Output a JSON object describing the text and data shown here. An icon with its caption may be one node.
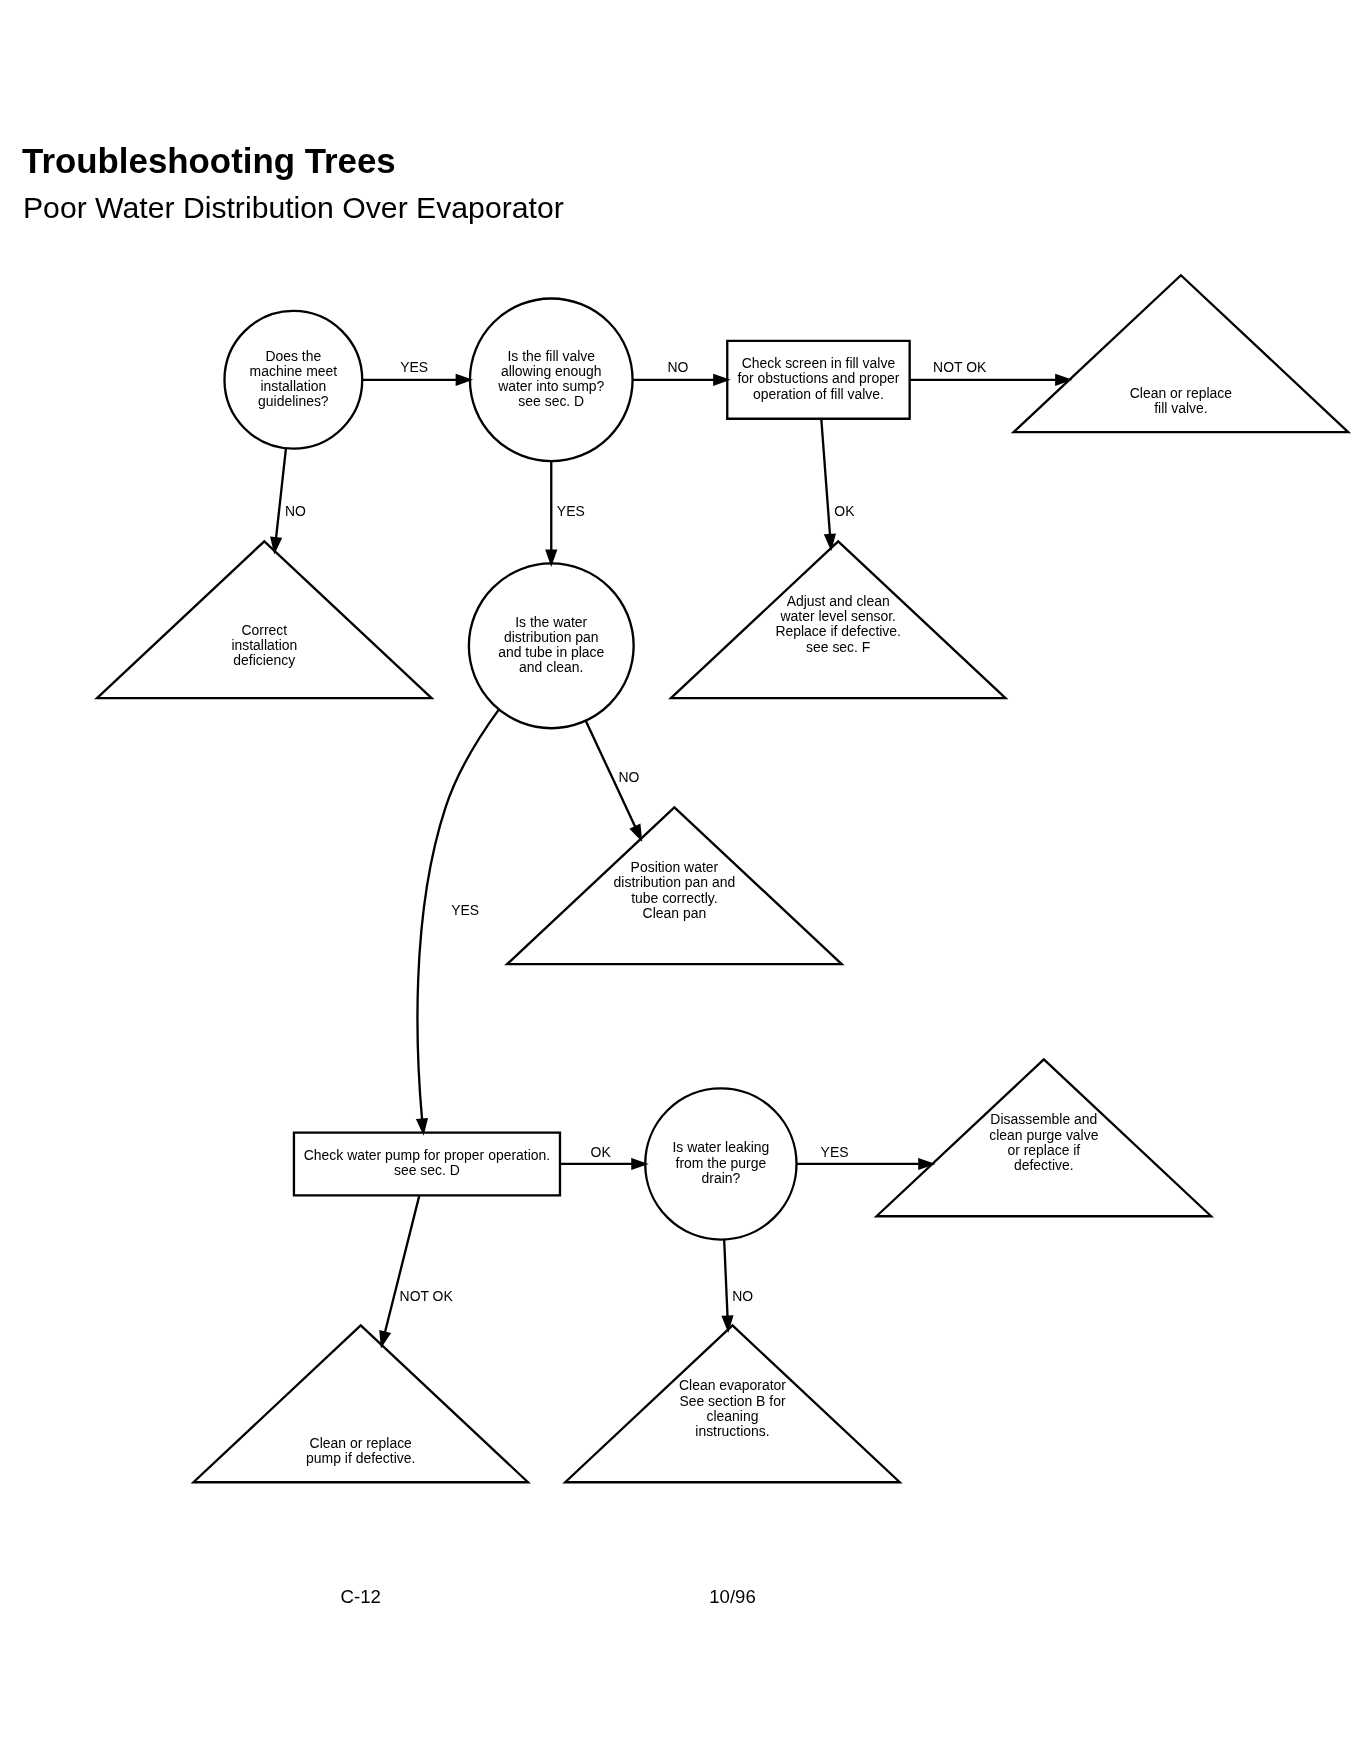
{
  "diagram": {
    "title": "Troubleshooting Trees",
    "nodes": [
      {
        "text": [
          "Does the machine meet installation guidelines?"
        ]
      },
      {
        "text": [
          "Is the fill valve allowing enough water into sump? see sec. D"
        ]
      },
      {
        "text": [
          "Check screen in fill valve for obstuctions and proper operation of fill valve."
        ]
      },
      {
        "text": [
          "Clean or replace fill valve."
        ]
      },
      {
        "text": [
          "Correct installation deficiency"
        ]
      },
      {
        "text": [
          "Is the water distribution pan and tube in place and clean."
        ]
      },
      {
        "text": [
          "Adjust and clean water level sensor. Replace if defective. see sec. F"
        ]
      },
      {
        "text": [
          "Position water distribution pan and tube correctly. Clean pan"
        ]
      },
      {
        "text": [
          "Check water pump for proper operation. see sec. D"
        ]
      },
      {
        "text": [
          "Is water leaking from the purge drain?"
        ]
      },
      {
        "text": [
          "Disassemble and clean purge valve or replace if defective."
        ]
      },
      {
        "text": [
          "Clean or replace pump if defective."
        ]
      },
      {
        "text": [
          "Clean evaporator See section B for cleaning instructions."
        ]
      }
    ],
    "edges": [
      {
        "from": 0,
        "to": 1,
        "arrow": "to",
        "label": "YES"
      },
      {
        "from": 0,
        "to": 4,
        "arrow": "to",
        "label": "NO"
      },
      {
        "from": 1,
        "to": 2,
        "arrow": "to",
        "label": "NO"
      },
      {
        "from": 1,
        "to": 5,
        "arrow": "to",
        "label": "YES"
      },
      {
        "from": 2,
        "to": 3,
        "arrow": "to",
        "label": "NOT OK"
      },
      {
        "from": 2,
        "to": 6,
        "arrow": "to",
        "label": "OK"
      },
      {
        "from": 5,
        "to": 8,
        "arrow": "to",
        "label": "YES"
      },
      {
        "from": 5,
        "to": 7,
        "arrow": "to",
        "label": "NO"
      },
      {
        "from": 8,
        "to": 9,
        "arrow": "to",
        "label": "OK"
      },
      {
        "from": 8,
        "to": 11,
        "arrow": "to",
        "label": "NOT OK"
      },
      {
        "from": 9,
        "to": 10,
        "arrow": "to",
        "label": "YES"
      },
      {
        "from": 9,
        "to": 12,
        "arrow": "to",
        "label": "NO"
      }
    ],
    "labels": [
      "Poor Water Distribution Over Evaporator",
      "C-12",
      "10/96"
    ]
  }
}
